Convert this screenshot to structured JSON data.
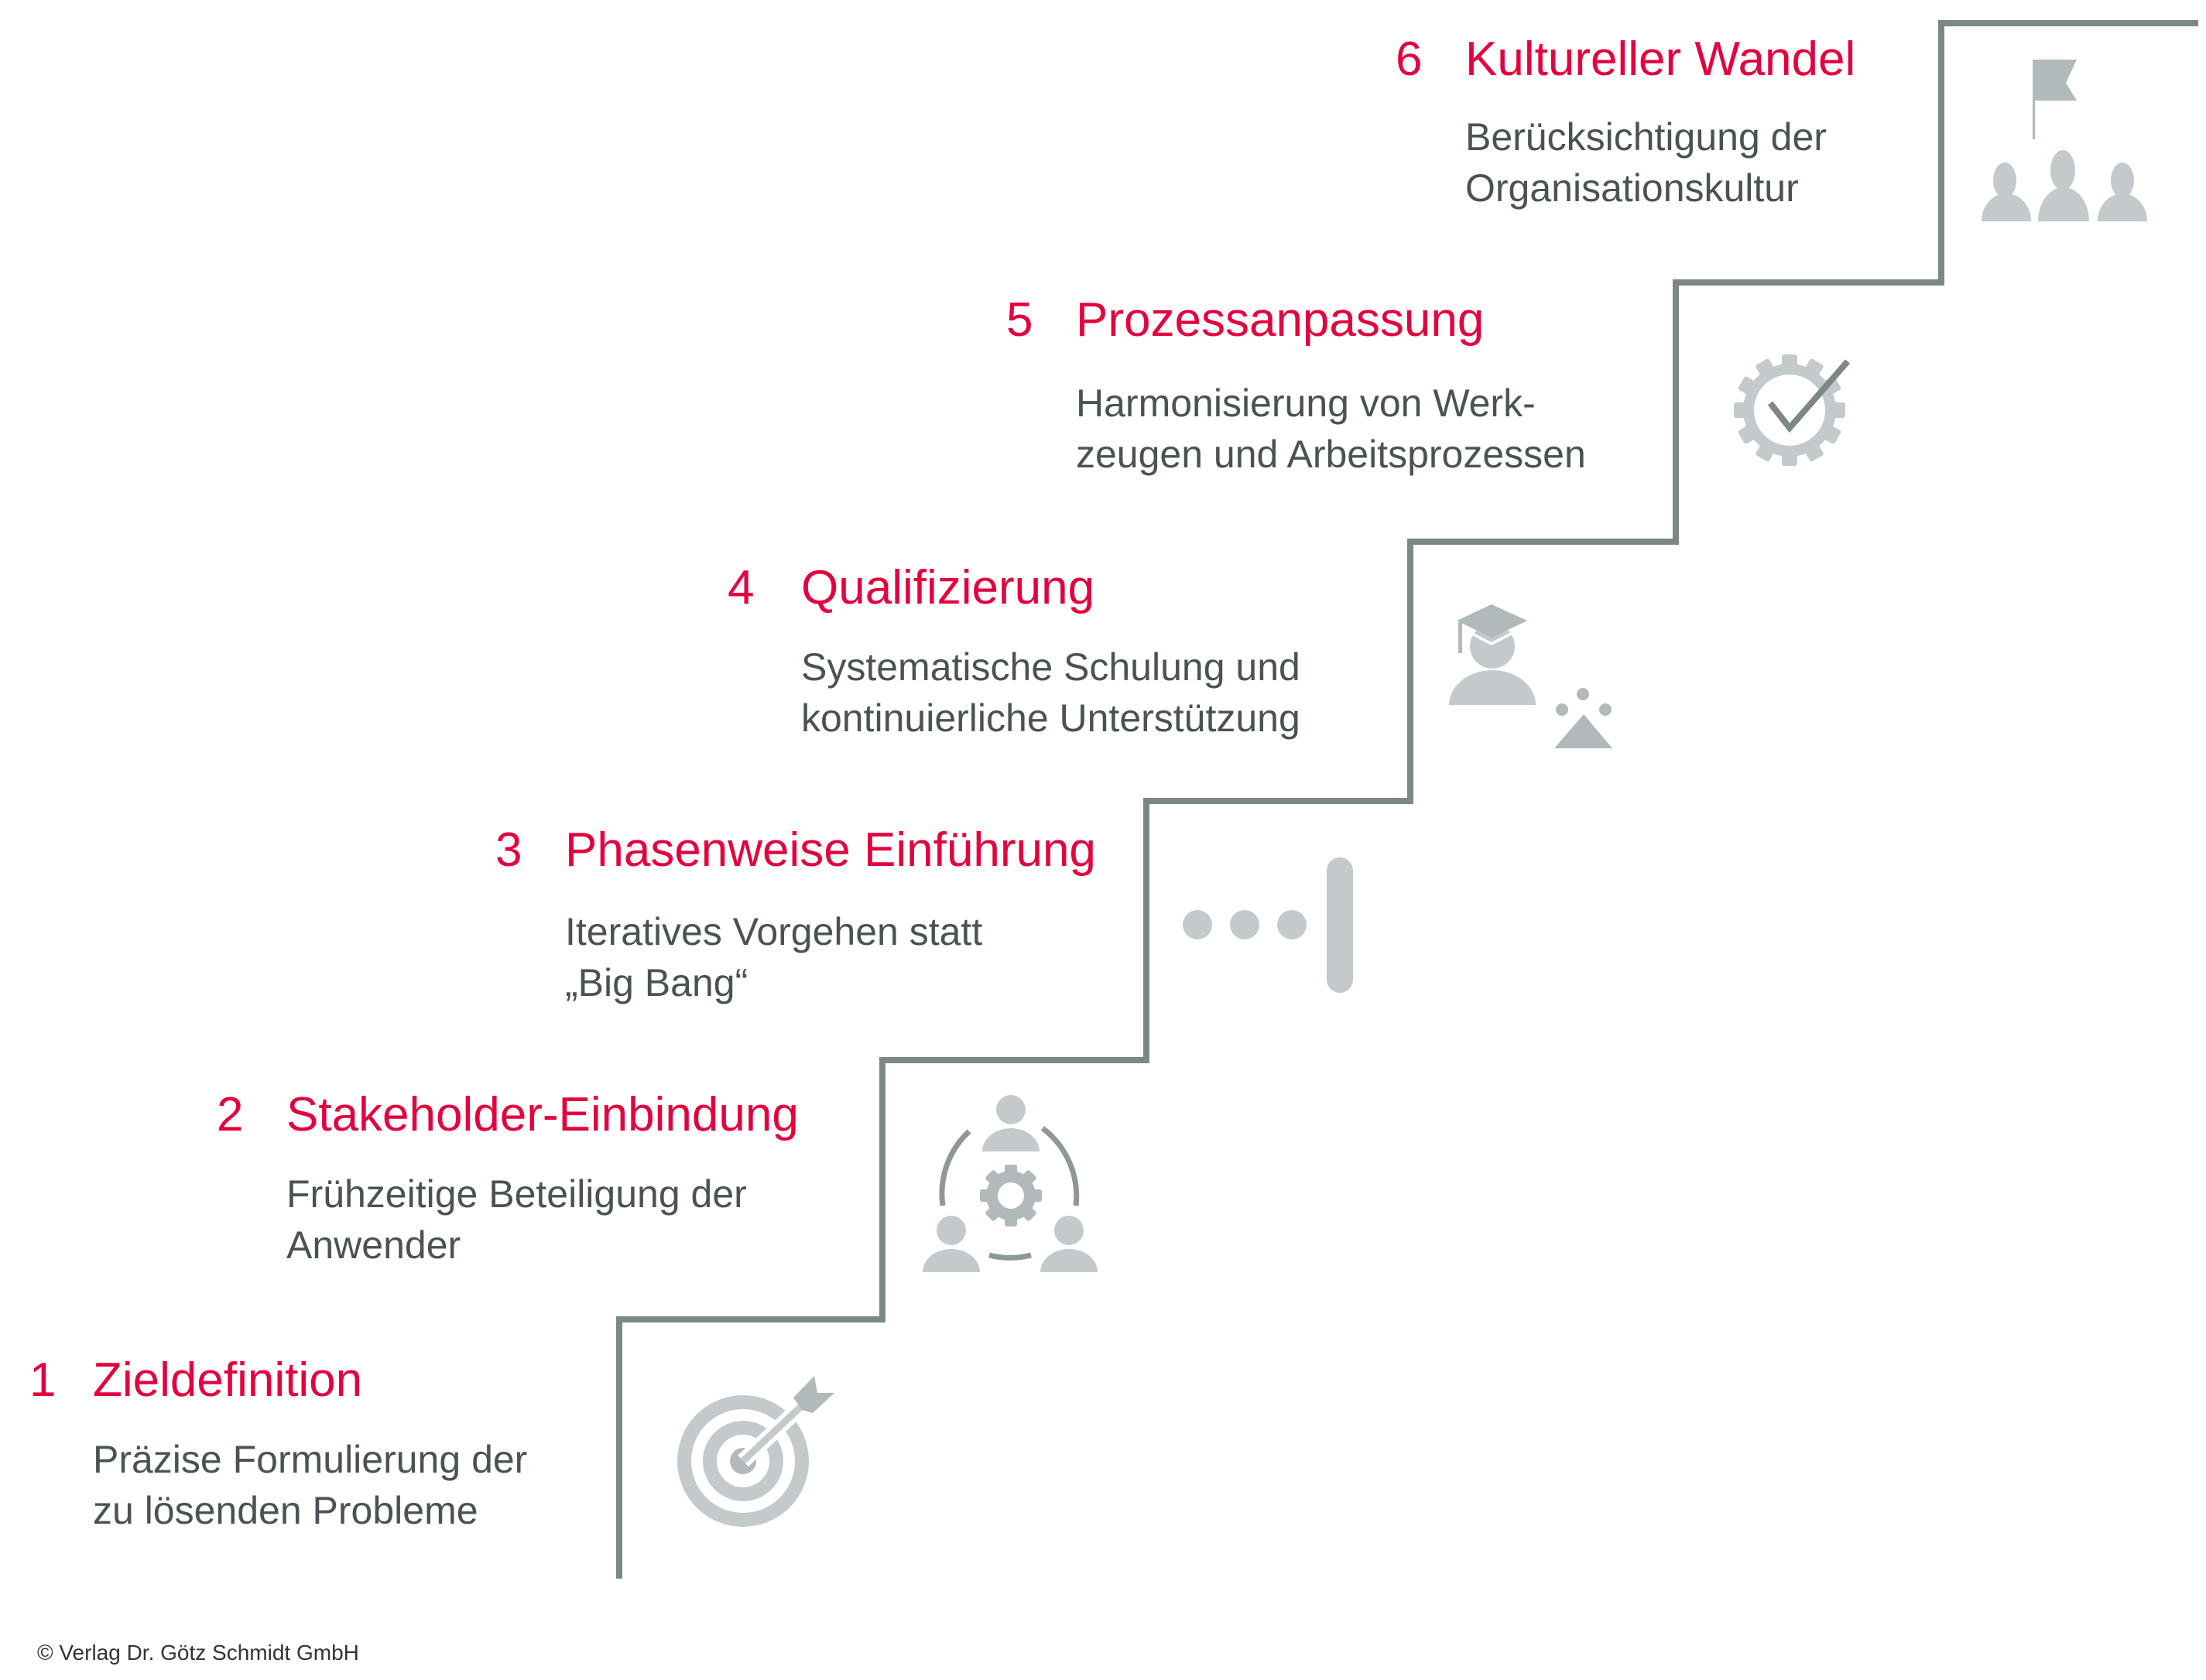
{
  "diagram": {
    "type": "staircase",
    "colors": {
      "accent": "#e2003d",
      "text": "#4a5253",
      "line": "#7d8788",
      "icon": "#c4cacb",
      "icon_dark": "#b1b9ba"
    },
    "steps": [
      {
        "number": "1",
        "title": "Zieldefinition",
        "desc_line1": "Präzise Formulierung der",
        "desc_line2": "zu lösenden Probleme",
        "icon": "target-arrow-icon"
      },
      {
        "number": "2",
        "title": "Stakeholder-Einbindung",
        "desc_line1": "Frühzeitige Beteiligung der",
        "desc_line2": "Anwender",
        "icon": "team-gear-cycle-icon"
      },
      {
        "number": "3",
        "title": "Phasenweise Einführung",
        "desc_line1": "Iteratives Vorgehen statt",
        "desc_line2": "„Big Bang“",
        "icon": "dots-milestone-icon"
      },
      {
        "number": "4",
        "title": "Qualifizierung",
        "desc_line1": "Systematische Schulung und",
        "desc_line2": "kontinuierliche Unterstützung",
        "icon": "graduate-learner-icon"
      },
      {
        "number": "5",
        "title": "Prozessanpassung",
        "desc_line1": "Harmonisierung von Werk-",
        "desc_line2": "zeugen und Arbeitsprozessen",
        "icon": "gear-check-icon"
      },
      {
        "number": "6",
        "title": "Kultureller Wandel",
        "desc_line1": "Berücksichtigung der",
        "desc_line2": "Organisationskultur",
        "icon": "flag-group-icon"
      }
    ]
  },
  "footer": {
    "copyright": "© Verlag Dr. Götz Schmidt GmbH"
  }
}
